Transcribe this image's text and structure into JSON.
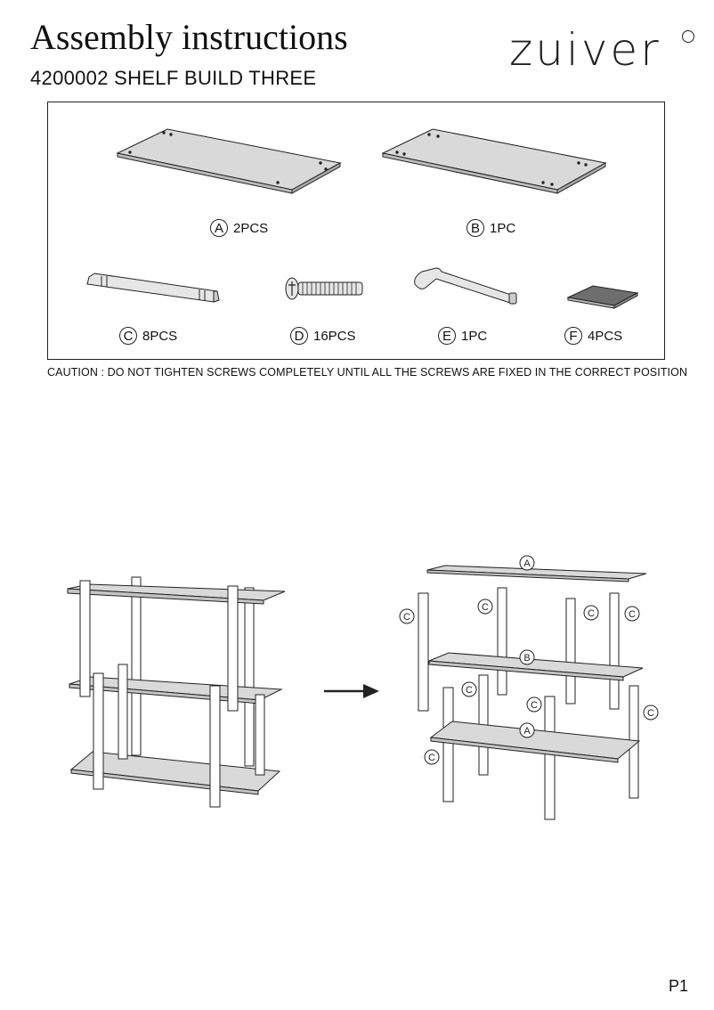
{
  "header": {
    "title": "Assembly instructions",
    "product": "4200002 SHELF BUILD THREE",
    "brand": "zuiver"
  },
  "parts": [
    {
      "letter": "A",
      "qty": "2PCS",
      "icon": "shelf-board-icon"
    },
    {
      "letter": "B",
      "qty": "1PC",
      "icon": "shelf-board-icon"
    },
    {
      "letter": "C",
      "qty": "8PCS",
      "icon": "post-bar-icon"
    },
    {
      "letter": "D",
      "qty": "16PCS",
      "icon": "screw-icon"
    },
    {
      "letter": "E",
      "qty": "1PC",
      "icon": "hex-key-icon"
    },
    {
      "letter": "F",
      "qty": "4PCS",
      "icon": "pad-icon"
    }
  ],
  "caution": "CAUTION : DO NOT TIGHTEN SCREWS COMPLETELY UNTIL ALL THE SCREWS ARE FIXED IN THE CORRECT POSITION",
  "exploded_labels": {
    "top_shelf": "A",
    "middle_shelf": "B",
    "bottom_shelf": "A",
    "posts": [
      "C",
      "C",
      "C",
      "C",
      "C",
      "C",
      "C",
      "C"
    ]
  },
  "arrow_icon": "right-arrow-icon",
  "page": "P1",
  "colors": {
    "board": "#d9d9d9",
    "pad": "#6e6e6e",
    "line": "#222222"
  }
}
